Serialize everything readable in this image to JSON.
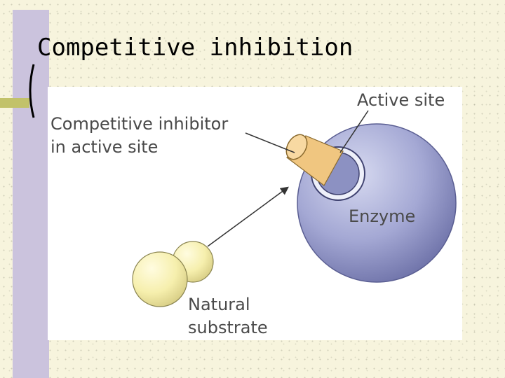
{
  "slide": {
    "title": "Competitive inhibition"
  },
  "figure": {
    "labels": {
      "active_site": "Active site",
      "inhibitor_line1": "Competitive inhibitor",
      "inhibitor_line2": "in active site",
      "enzyme": "Enzyme",
      "substrate_line1": "Natural",
      "substrate_line2": "substrate"
    },
    "colors": {
      "enzyme": "#9da2cf",
      "inhibitor": "#f4c98a",
      "substrate": "#f6efad",
      "sidebar": "#cbc3dd",
      "accent": "#c2c26a"
    }
  }
}
